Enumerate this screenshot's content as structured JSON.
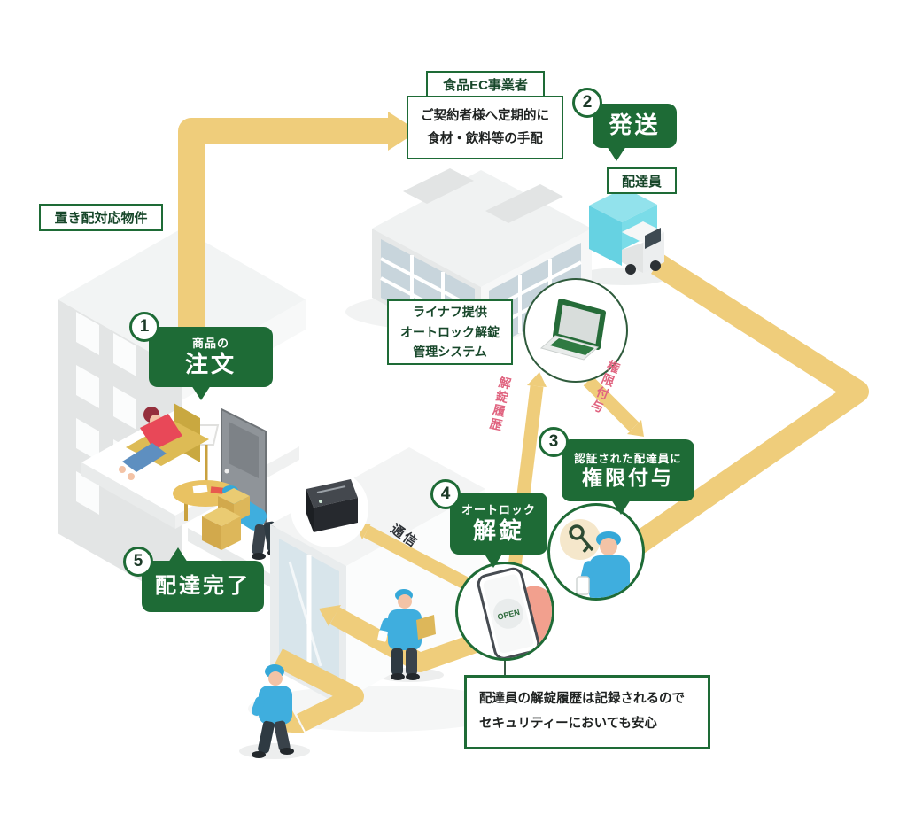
{
  "title": "置き配 delivery flow diagram",
  "colors": {
    "brand_green": "#1E6B36",
    "path_yellow": "#EFCD7B",
    "accent_pink": "#E06480",
    "uniform_blue": "#3FAEDE",
    "truck_cyan": "#6FD6E6",
    "text_dark": "#1F2221"
  },
  "labels": {
    "property": "置き配対応物件",
    "food_ec_title": "食品EC事業者",
    "food_ec_line1": "ご契約者様へ定期的に",
    "food_ec_line2": "食材・飲料等の手配",
    "courier": "配達員",
    "linough_line1": "ライナフ提供",
    "linough_line2": "オートロック解錠",
    "linough_line3": "管理システム",
    "unlock_history": "解錠履歴",
    "grant_auth": "権限付与",
    "comm": "通信",
    "phone_screen": "OPEN",
    "note_line1": "配達員の解錠履歴は記録されるので",
    "note_line2": "セキュリティーにおいても安心"
  },
  "steps": [
    {
      "num": "1",
      "line1": "商品の",
      "line2": "注文"
    },
    {
      "num": "2",
      "line1": "",
      "line2": "発送"
    },
    {
      "num": "3",
      "line1": "認証された配達員に",
      "line2": "権限付与"
    },
    {
      "num": "4",
      "line1": "オートロック",
      "line2": "解錠"
    },
    {
      "num": "5",
      "line1": "",
      "line2": "配達完了"
    }
  ]
}
